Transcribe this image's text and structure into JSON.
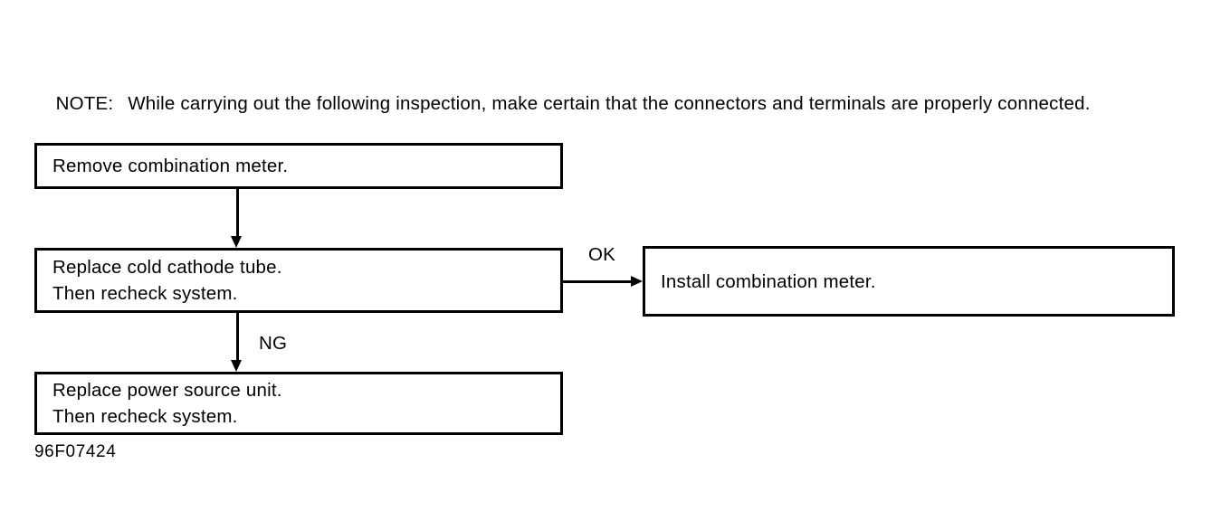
{
  "note": {
    "label": "NOTE:",
    "text": "While carrying out the following inspection, make certain that the connectors and terminals are properly connected."
  },
  "flow": {
    "boxes": [
      {
        "id": "remove-combination-meter",
        "lines": [
          "Remove combination meter."
        ]
      },
      {
        "id": "replace-cold-cathode-tube",
        "lines": [
          "Replace cold cathode tube.",
          "Then recheck system."
        ]
      },
      {
        "id": "replace-power-source-unit",
        "lines": [
          "Replace power source unit.",
          "Then recheck system."
        ]
      },
      {
        "id": "install-combination-meter",
        "lines": [
          "Install combination meter."
        ]
      }
    ],
    "branch_labels": {
      "ok": "OK",
      "ng": "NG"
    }
  },
  "figure_id": "96F07424",
  "colors": {
    "ink": "#000000",
    "paper": "#ffffff"
  }
}
